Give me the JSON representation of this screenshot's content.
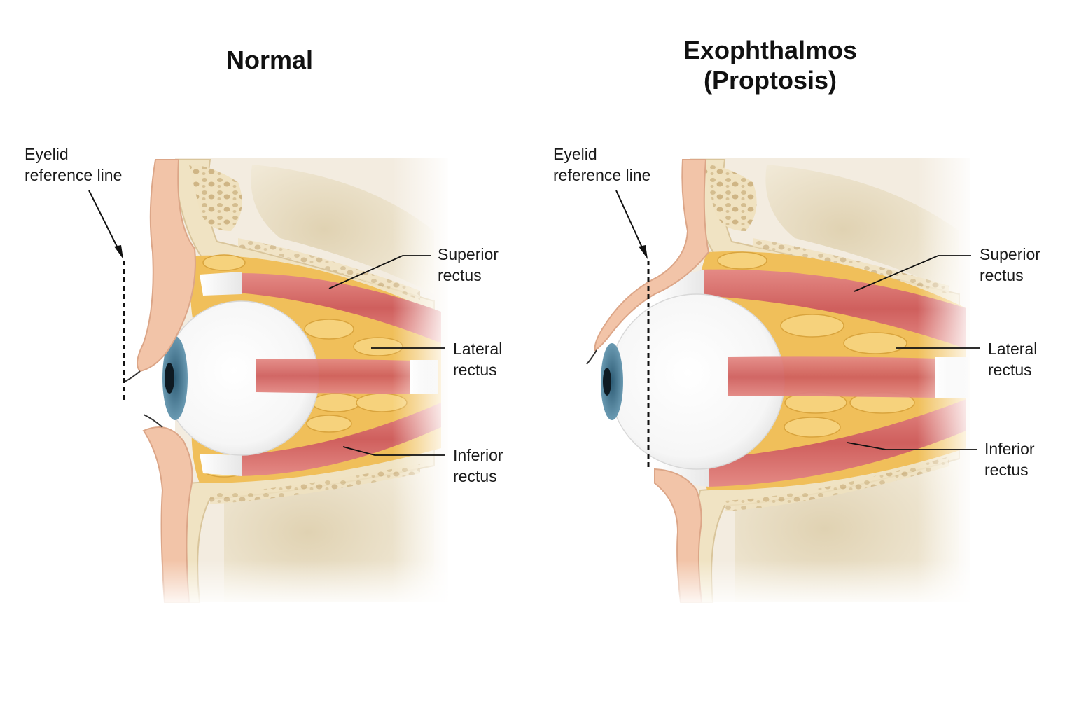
{
  "panels": {
    "normal": {
      "title": "Normal",
      "reference_label": [
        "Eyelid",
        "reference line"
      ],
      "superior_label": [
        "Superior",
        "rectus"
      ],
      "lateral_label": [
        "Lateral",
        "rectus"
      ],
      "inferior_label": [
        "Inferior",
        "rectus"
      ]
    },
    "exophthalmos": {
      "title_line1": "Exophthalmos",
      "title_line2": "(Proptosis)",
      "reference_label": [
        "Eyelid",
        "reference line"
      ],
      "superior_label": [
        "Superior",
        "rectus"
      ],
      "lateral_label": [
        "Lateral",
        "rectus"
      ],
      "inferior_label": [
        "Inferior",
        "rectus"
      ]
    }
  },
  "colors": {
    "skin": "#f2c4a8",
    "bone": "#f1e4c4",
    "bone_spongy": "#d9c49a",
    "fat": "#f1c05a",
    "muscle": "#d9716e",
    "tendon": "#f4f4f4",
    "sclera": "#ffffff",
    "iris": "#4a7e99",
    "sinus": "#e8dcc0"
  }
}
